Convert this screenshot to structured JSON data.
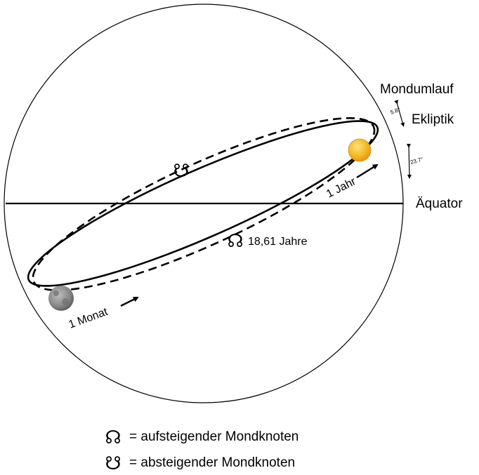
{
  "labels": {
    "mondumlauf": "Mondumlauf",
    "ekliptik": "Ekliptik",
    "aquator": "Äquator",
    "angle_moon": "5.8°",
    "angle_ecliptic": "23.7°",
    "jahr": "1 Jahr",
    "monat": "1 Monat",
    "node_period": "18,61 Jahre"
  },
  "symbols": {
    "ascending_node": "☊",
    "descending_node": "☋"
  },
  "legend": [
    {
      "symbol": "☊",
      "text": "= aufsteigender Mondknoten"
    },
    {
      "symbol": "☋",
      "text": "= absteigender Mondknoten"
    }
  ],
  "icons": [
    "sun-icon",
    "moon-icon",
    "arrow-icon"
  ],
  "colors": {
    "line": "#000000",
    "sun": "#f6bb2a",
    "moon": "#8a8a8a",
    "background": "#ffffff"
  }
}
